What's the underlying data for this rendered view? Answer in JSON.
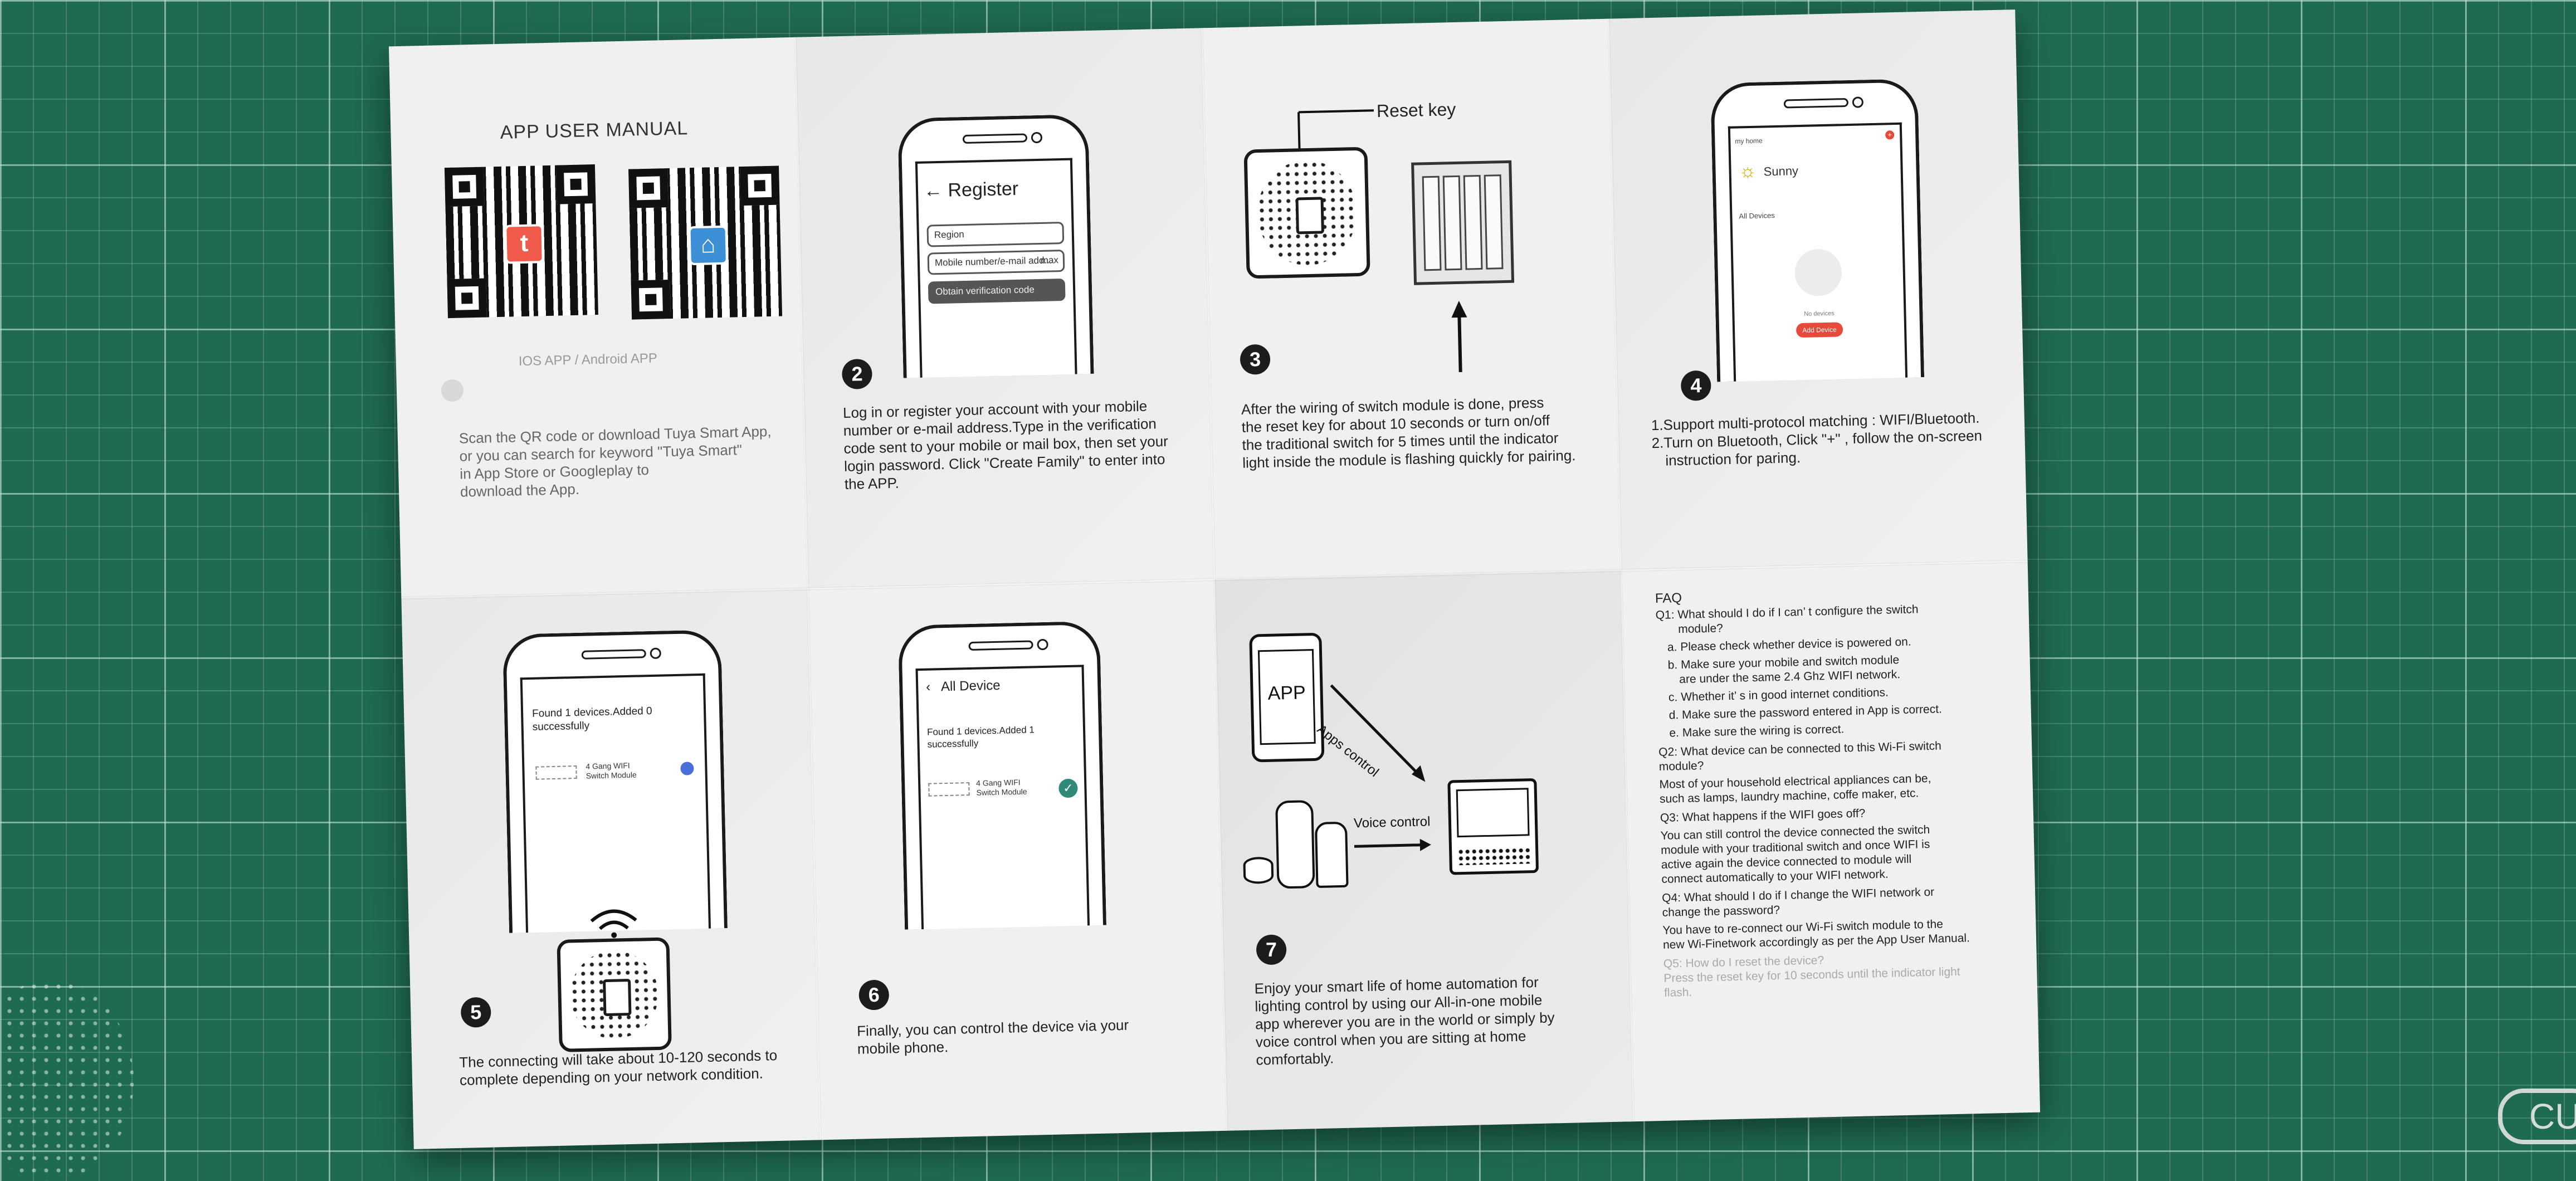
{
  "panel1": {
    "title": "APP USER MANUAL",
    "store_label": "IOS APP / Android APP",
    "text_lines": [
      "Scan the QR code or download Tuya Smart App,",
      "or you can search for keyword \"Tuya Smart\"",
      "in App Store or Googleplay to",
      "download the App."
    ]
  },
  "panel2": {
    "screen_title": "Register",
    "field_region": "Region",
    "field_account": "Mobile number/e-mail add...",
    "field_account_suffix": "max",
    "obtain_button": "Obtain verification code",
    "step": "2",
    "text_lines": [
      "Log in or register your account with your mobile",
      "number or e-mail address.Type in the verification",
      "code sent to your mobile or mail box, then set your",
      "login password. Click \"Create Family\" to enter into",
      "the APP."
    ]
  },
  "panel3": {
    "reset_label": "Reset key",
    "step": "3",
    "text_lines": [
      "After the wiring of switch module is done, press",
      "the reset key for about 10 seconds or turn on/off",
      "the traditional switch for 5 times until the indicator",
      "light inside the module is flashing quickly for pairing."
    ]
  },
  "panel4": {
    "home_label": "my home",
    "weather": "Sunny",
    "all_devices": "All Devices",
    "no_device": "No devices",
    "add_device": "Add Device",
    "step": "4",
    "text_lines": [
      "1.Support multi-protocol matching : WIFI/Bluetooth.",
      "2.Turn on Bluetooth, Click \"+\" , follow the on-screen",
      "instruction for paring."
    ]
  },
  "panel5": {
    "found_line1": "Found 1 devices.Added 0",
    "found_line2": "successfully",
    "device_line1": "4 Gang WIFI",
    "device_line2": "Switch Module",
    "step": "5",
    "text_lines": [
      "The connecting will take about 10-120 seconds to",
      "complete depending on your network condition."
    ]
  },
  "panel6": {
    "screen_title": "All Device",
    "found_line1": "Found 1 devices.Added 1",
    "found_line2": "successfully",
    "device_line1": "4 Gang WIFI",
    "device_line2": "Switch Module",
    "step": "6",
    "text_lines": [
      "Finally, you can control  the device via your",
      "mobile phone."
    ]
  },
  "panel7": {
    "app_label": "APP",
    "apps_control": "Apps control",
    "voice_control": "Voice control",
    "step": "7",
    "text_lines": [
      "Enjoy your smart life of home automation for",
      "lighting control by using our All-in-one mobile",
      "app wherever you are in the world or simply by",
      "voice control when you are sitting at home",
      "comfortably."
    ]
  },
  "panel8": {
    "heading": "FAQ",
    "lines": [
      "Q1: What should I do if I can’ t configure the switch",
      "       module?",
      "   a. Please check whether device is powered on.",
      "   b. Make sure your mobile and switch module",
      "       are under the same 2.4 Ghz WIFI network.",
      "   c. Whether it’ s in good internet conditions.",
      "   d. Make sure the password entered in App is correct.",
      "   e. Make sure the wiring is correct.",
      "Q2: What device can be connected to this Wi-Fi switch",
      "module?",
      "Most of your household electrical appliances can be,",
      "such as lamps, laundry machine, coffe maker, etc.",
      "Q3: What happens if the WIFI goes off?",
      "You can still control the device connected the switch",
      "module with your traditional switch and once WIFI is",
      "active again the device connected to module will",
      "connect automatically to your WIFI network.",
      "Q4: What should I do if I change the WIFI network or",
      "change the password?",
      "You have to re-connect our Wi-Fi switch module to the",
      "new Wi-Finetwork accordingly as per the App User Manual.",
      "Q5: How do I reset the device?",
      "Press the reset key for 10 seconds until the indicator light",
      "flash."
    ]
  },
  "mat_label": "CU"
}
